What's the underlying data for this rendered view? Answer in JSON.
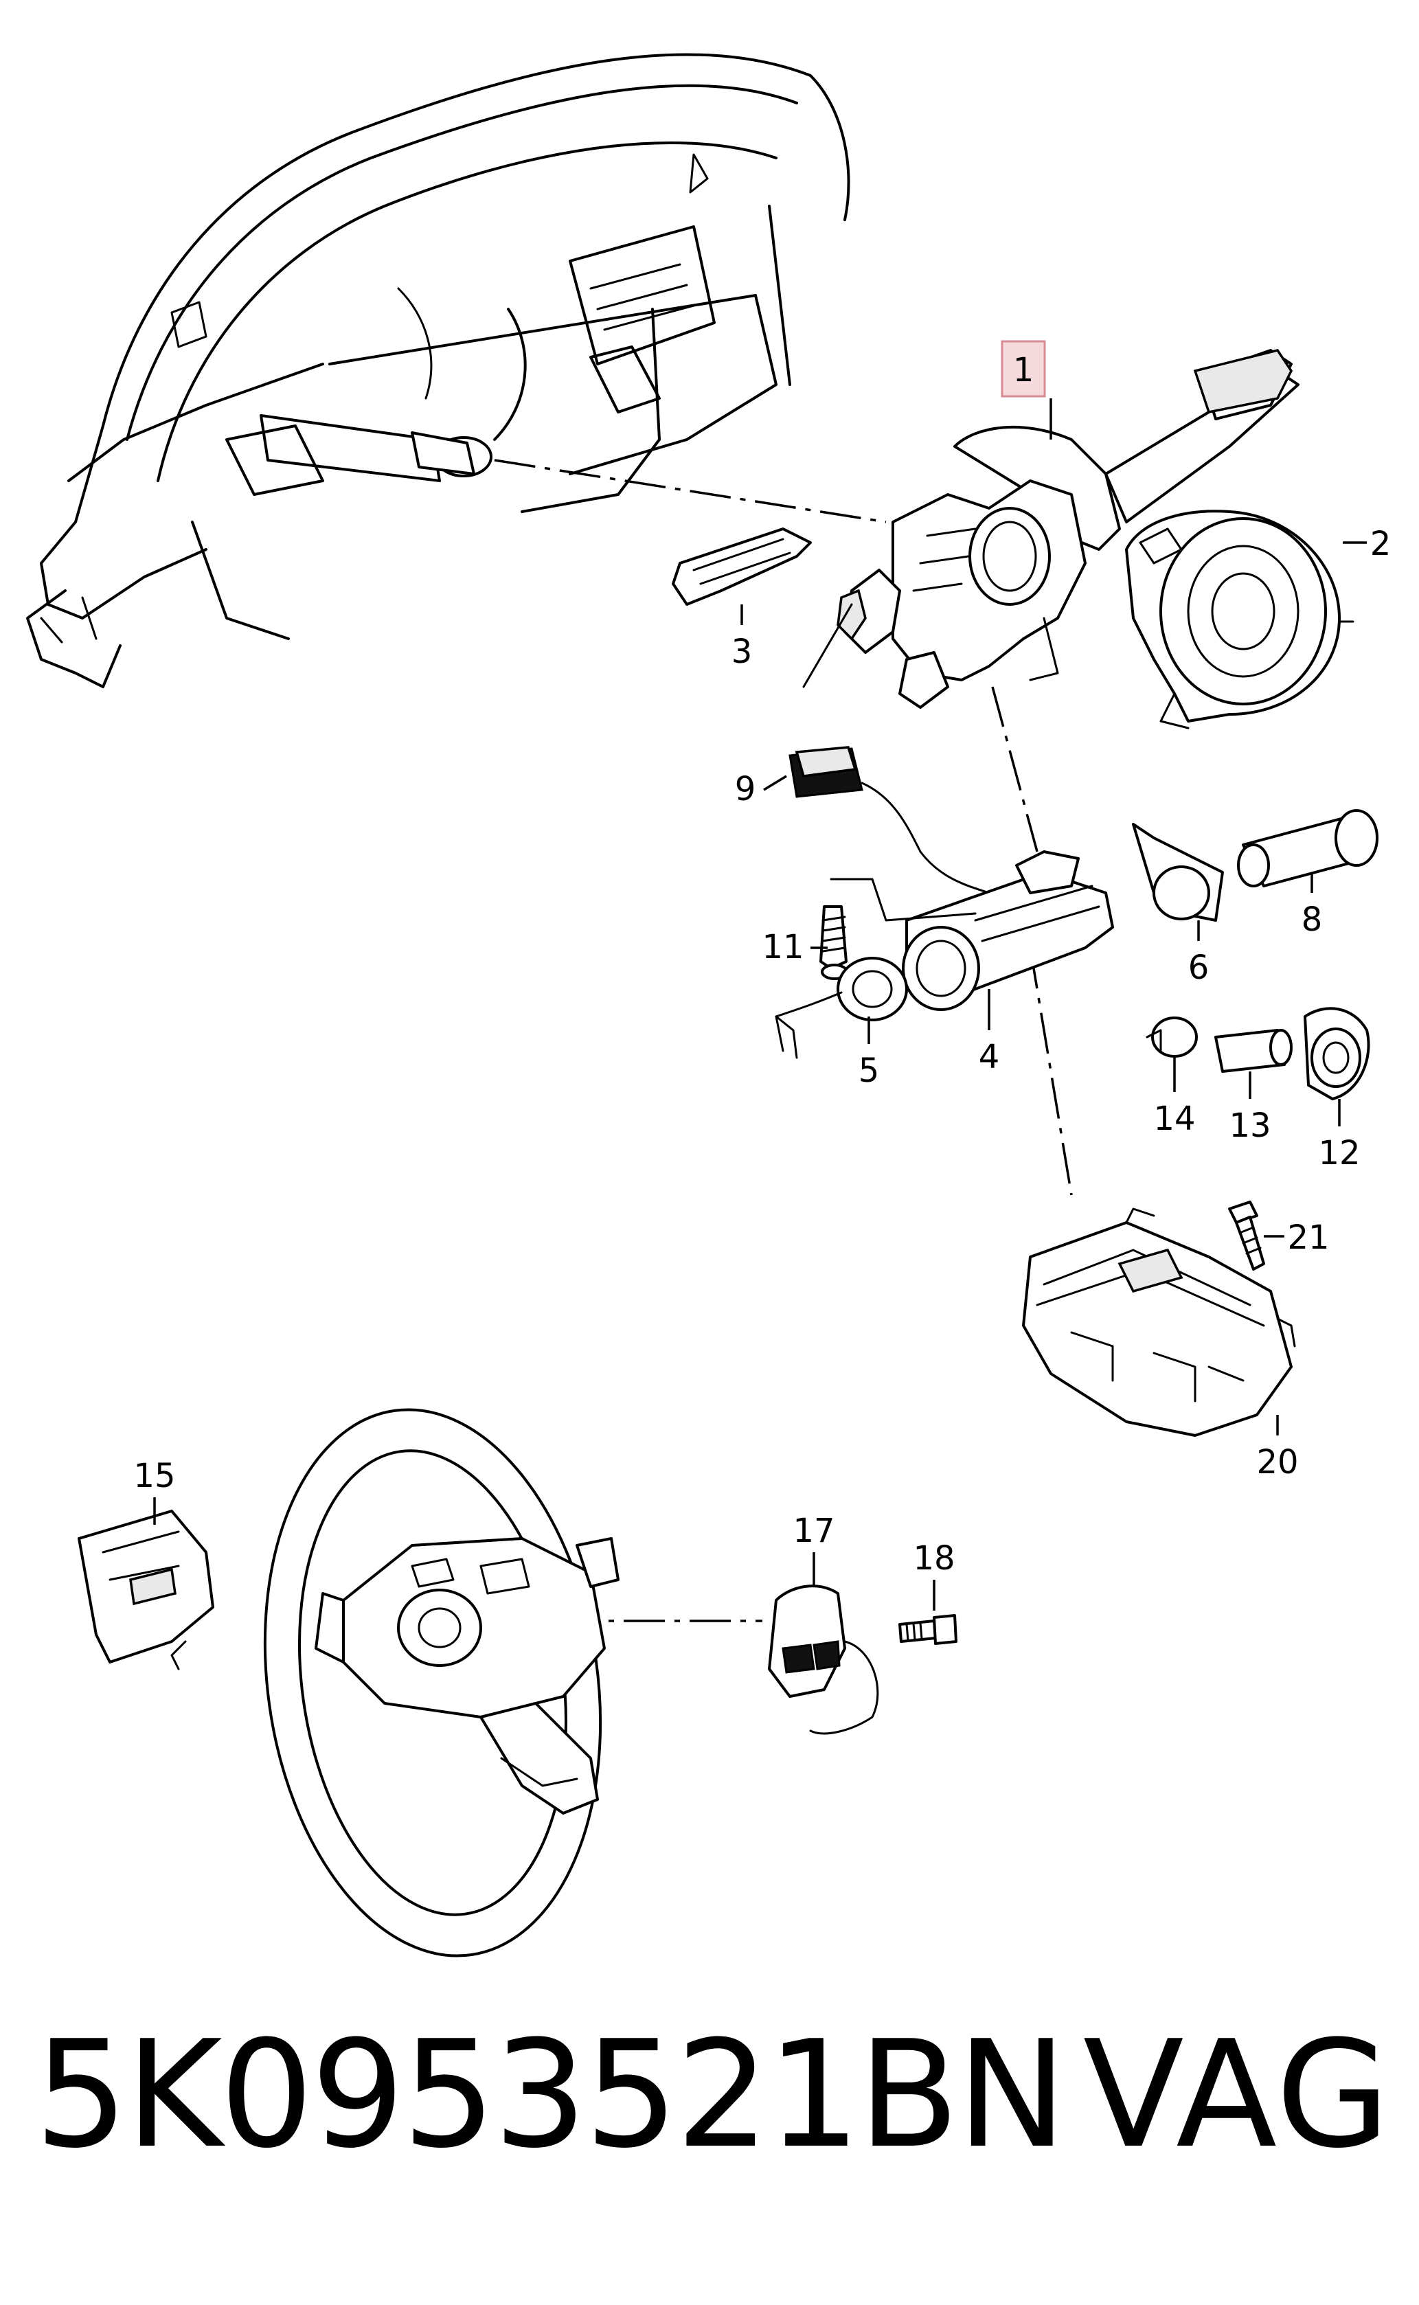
{
  "diagram": {
    "callouts": [
      "1",
      "2",
      "3",
      "4",
      "5",
      "6",
      "8",
      "9",
      "11",
      "12",
      "13",
      "14",
      "15",
      "17",
      "18",
      "20",
      "21"
    ],
    "highlighted_callout": "1",
    "highlight_color": "#f6d9dc"
  },
  "footer": {
    "part_number": "5K0953521BN",
    "brand": "VAG"
  }
}
